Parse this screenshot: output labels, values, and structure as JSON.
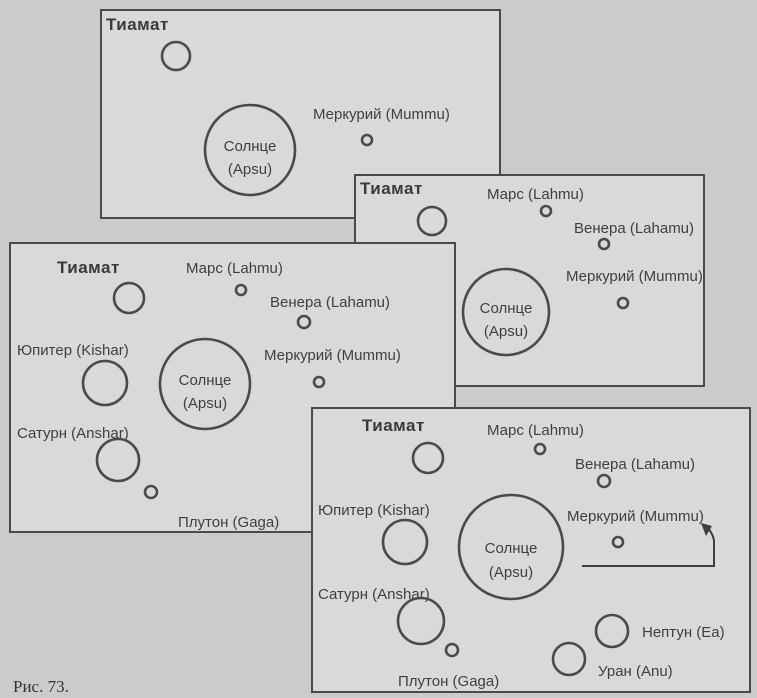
{
  "caption": "Рис. 73.",
  "panels": [
    {
      "title": "Тиамат",
      "sun": [
        "Солнце",
        "(Apsu)"
      ],
      "mercury": "Меркурий (Mummu)"
    },
    {
      "title": "Тиамат",
      "sun": [
        "Солнце",
        "(Apsu)"
      ],
      "mars": "Марс (Lahmu)",
      "venus": "Венера (Lahamu)",
      "mercury": "Меркурий (Mummu)"
    },
    {
      "title": "Тиамат",
      "sun": [
        "Солнце",
        "(Apsu)"
      ],
      "mars": "Марс (Lahmu)",
      "venus": "Венера (Lahamu)",
      "mercury": "Меркурий (Mummu)",
      "jupiter": "Юпитер (Kishar)",
      "saturn": "Сатурн (Anshar)",
      "pluto": "Плутон (Gaga)"
    },
    {
      "title": "Тиамат",
      "sun": [
        "Солнце",
        "(Apsu)"
      ],
      "mars": "Марс (Lahmu)",
      "venus": "Венера (Lahamu)",
      "mercury": "Меркурий (Mummu)",
      "jupiter": "Юпитер (Kishar)",
      "saturn": "Сатурн (Anshar)",
      "pluto": "Плутон (Gaga)",
      "neptune": "Нептун (Ea)",
      "uranus": "Уран (Anu)"
    }
  ]
}
